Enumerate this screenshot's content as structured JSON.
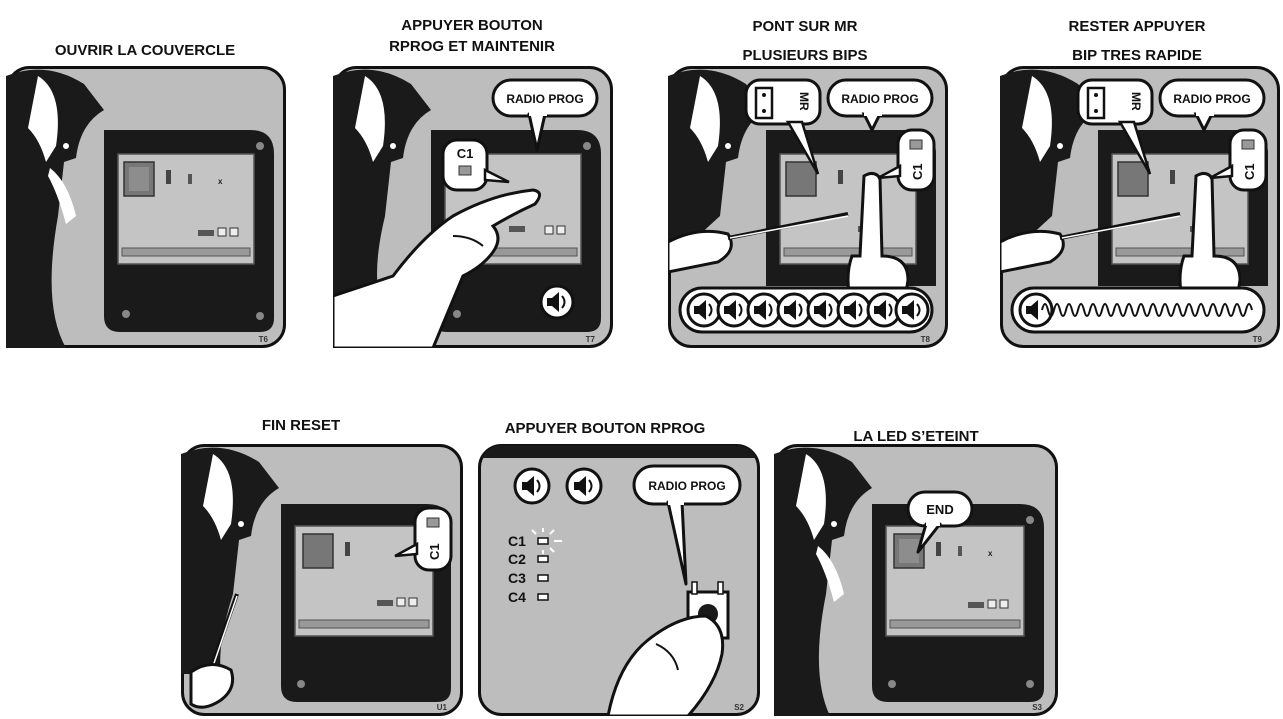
{
  "steps": [
    {
      "title": "OUVRIR LA COUVERCLE",
      "code": "T6"
    },
    {
      "title_line1": "APPUYER BOUTON",
      "title_line2": "RPROG ET MAINTENIR",
      "code": "T7",
      "bubble": "RADIO PROG",
      "led_label": "C1"
    },
    {
      "title_line1": "PONT SUR MR",
      "title_line2": "PLUSIEURS BIPS",
      "code": "T8",
      "bubble": "RADIO PROG",
      "jumper_label": "MR",
      "led_label": "C1"
    },
    {
      "title_line1": "RESTER APPUYER",
      "title_line2": "BIP TRES RAPIDE",
      "code": "T9",
      "bubble": "RADIO PROG",
      "jumper_label": "MR",
      "led_label": "C1"
    },
    {
      "title": "FIN RESET",
      "code": "U1",
      "led_label": "C1"
    },
    {
      "title": "APPUYER BOUTON RPROG",
      "code": "S2",
      "bubble": "RADIO PROG",
      "channels": [
        "C1",
        "C2",
        "C3",
        "C4"
      ]
    },
    {
      "title": "LA LED S’ETEINT",
      "code": "S3",
      "bubble": "END"
    }
  ],
  "colors": {
    "panel_bg": "#bdbdbd",
    "enclosure": "#1a1a1a",
    "board": "#c4c4c4",
    "outline": "#111111"
  },
  "icons": [
    "speaker-icon",
    "finger-pointing-icon",
    "screwdriver-icon",
    "led-icon",
    "jumper-icon",
    "person-icon"
  ]
}
